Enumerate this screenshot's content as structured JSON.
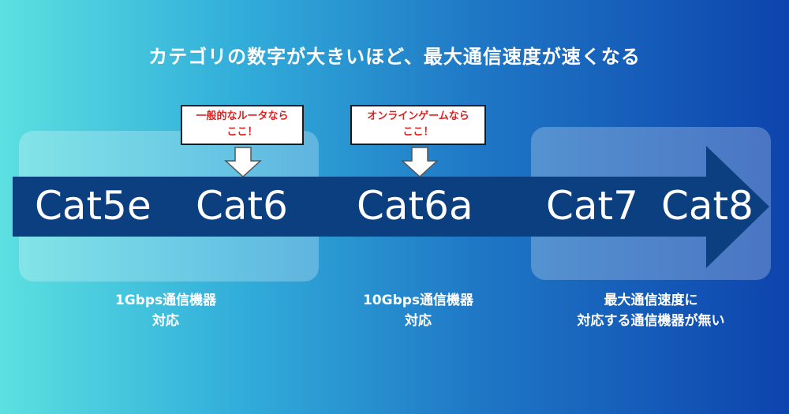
{
  "title": "カテゴリの数字が大きいほど、最大通信速度が速くなる",
  "categories": [
    "Cat5e",
    "Cat6",
    "Cat6a",
    "Cat7",
    "Cat8"
  ],
  "callouts": [
    {
      "line1": "一般的なルータなら",
      "line2": "ここ！"
    },
    {
      "line1": "オンラインゲームなら",
      "line2": "ここ！"
    }
  ],
  "descriptions": [
    {
      "line1": "1Gbps通信機器",
      "line2": "対応"
    },
    {
      "line1": "10Gbps通信機器",
      "line2": "対応"
    },
    {
      "line1": "最大通信速度に",
      "line2": "対応する通信機器が無い"
    }
  ],
  "colors": {
    "arrow": "#0b3f80",
    "callout_text": "#e02020"
  }
}
